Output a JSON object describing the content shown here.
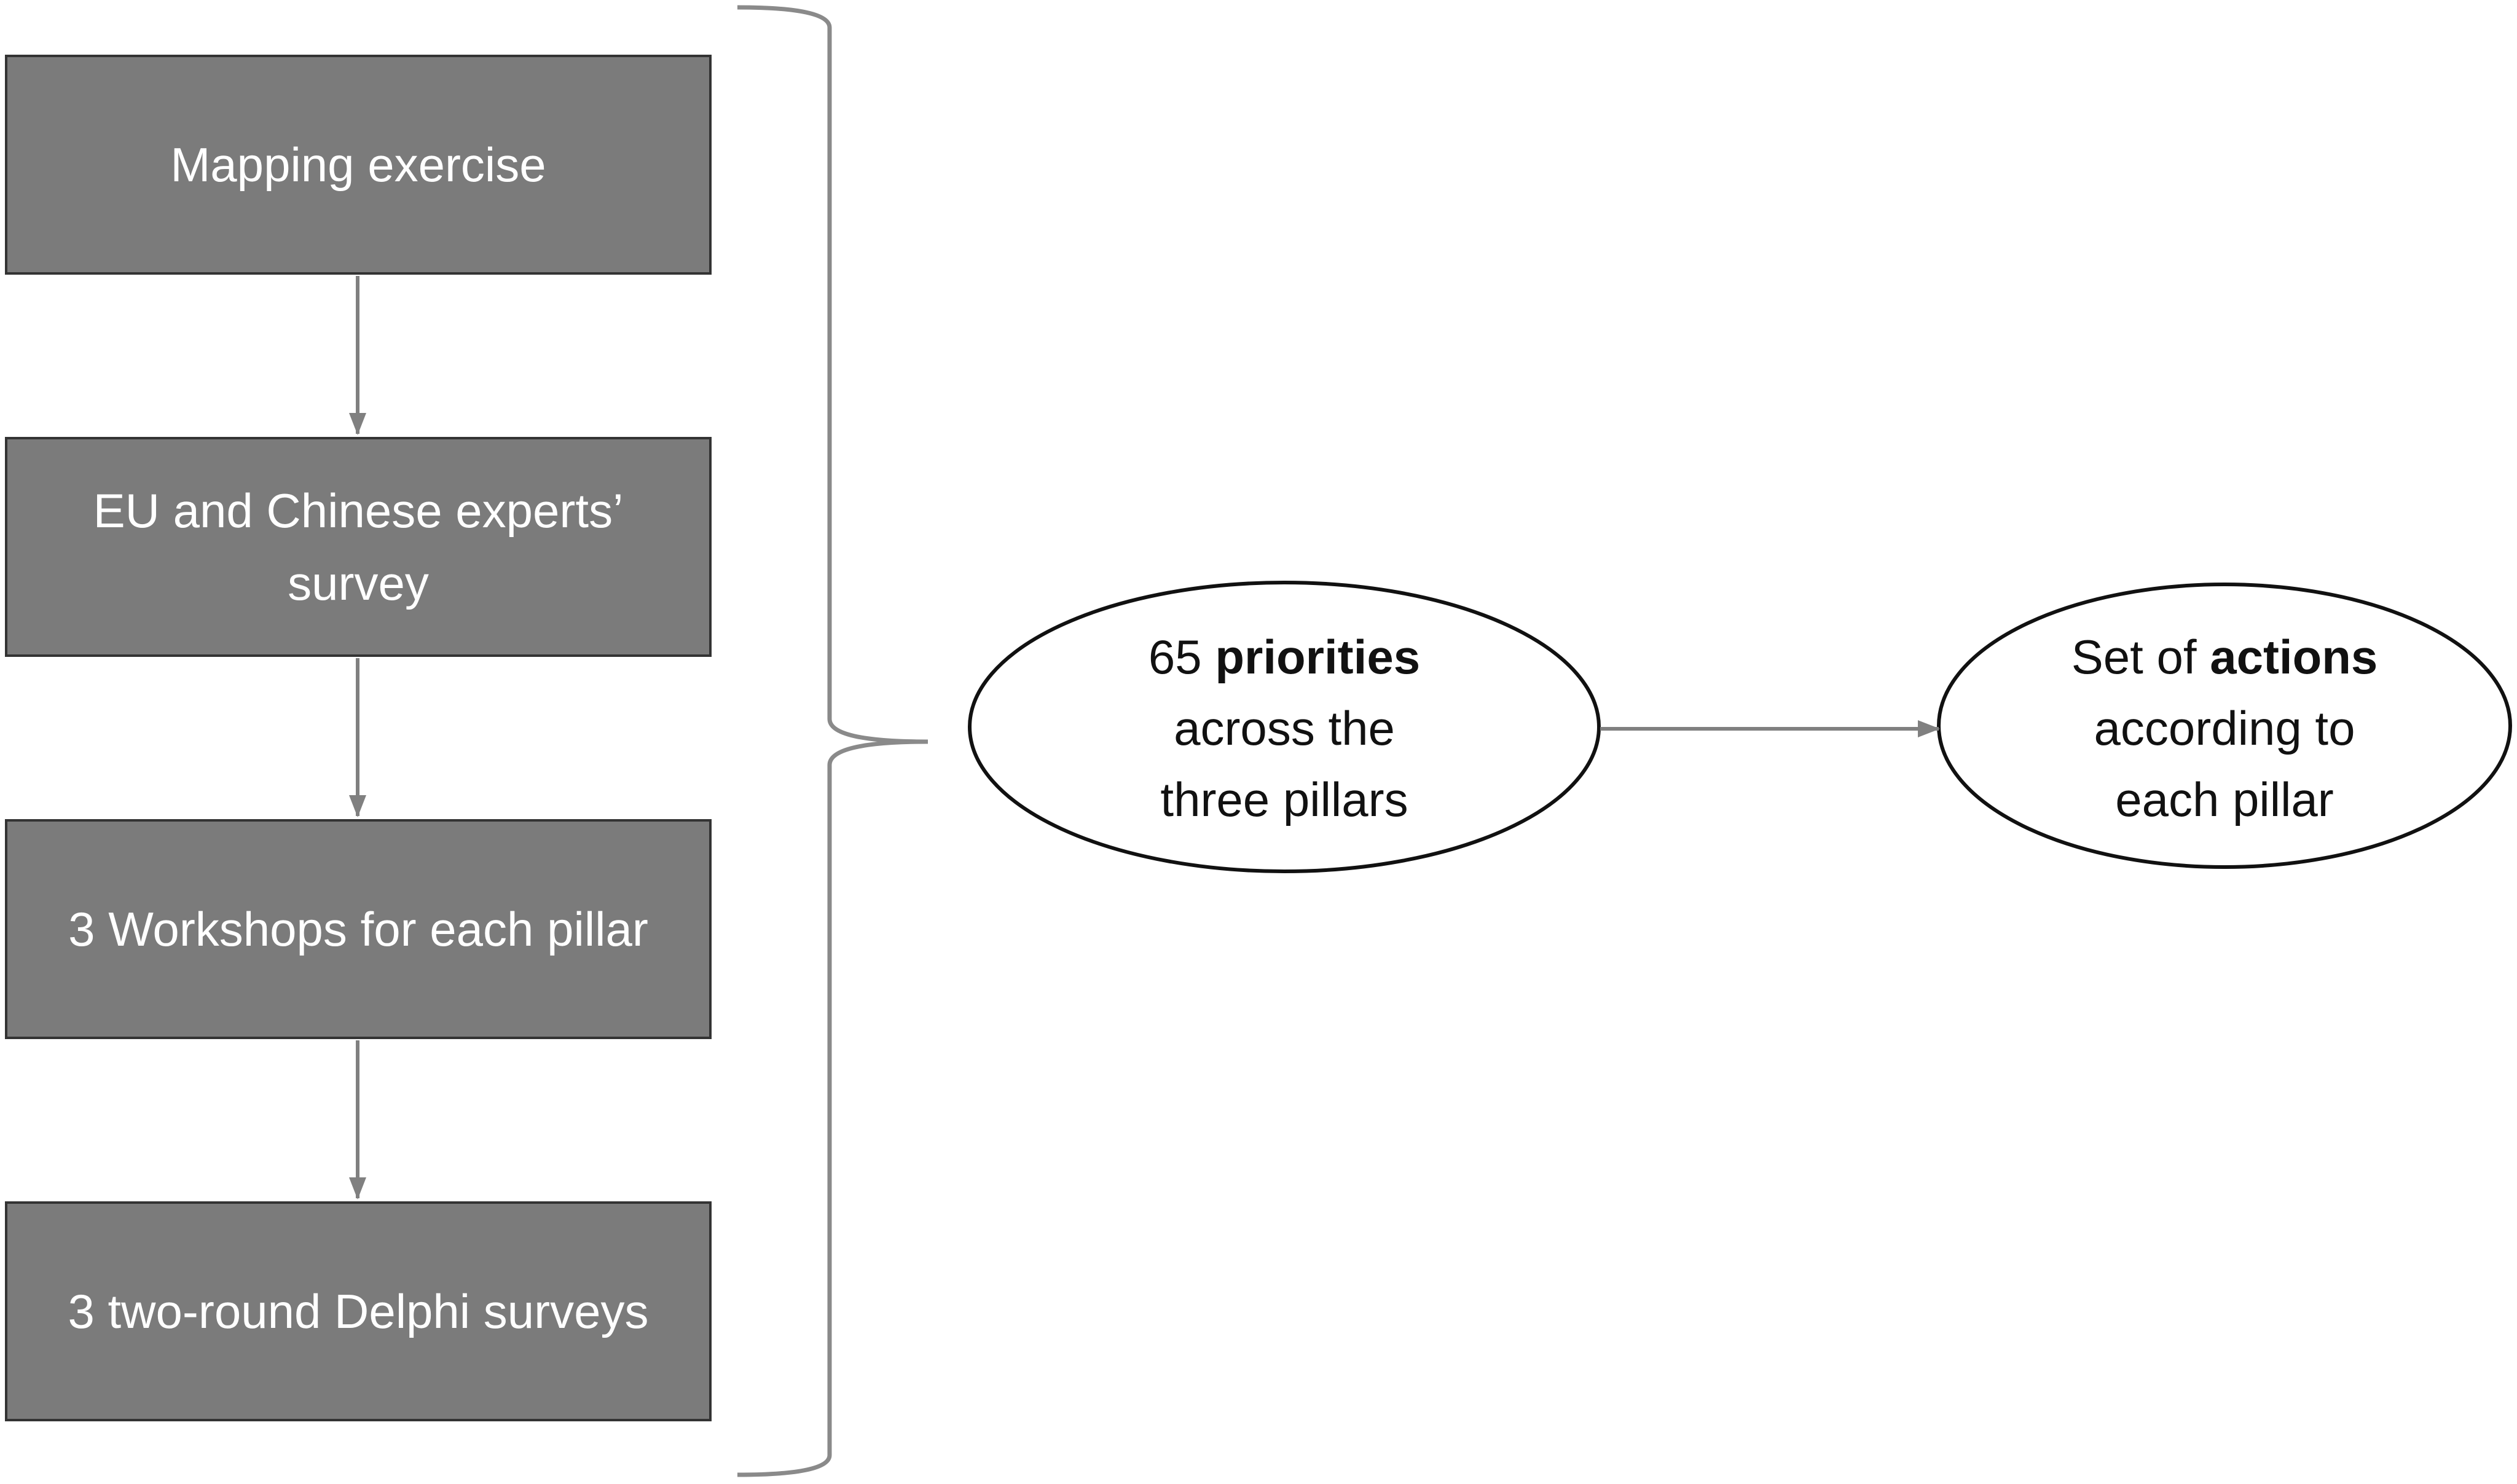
{
  "steps": [
    {
      "label": "Mapping exercise"
    },
    {
      "label": "EU and Chinese experts’ survey"
    },
    {
      "label": "3 Workshops for each pillar"
    },
    {
      "label": "3 two-round Delphi surveys"
    }
  ],
  "priorities": {
    "pre": "65 ",
    "bold": "priorities",
    "post": "across the three pillars"
  },
  "actions": {
    "pre": "Set of ",
    "bold": "actions",
    "post": "according to each pillar"
  },
  "colors": {
    "box_fill": "#7b7b7b",
    "line": "#808080"
  }
}
